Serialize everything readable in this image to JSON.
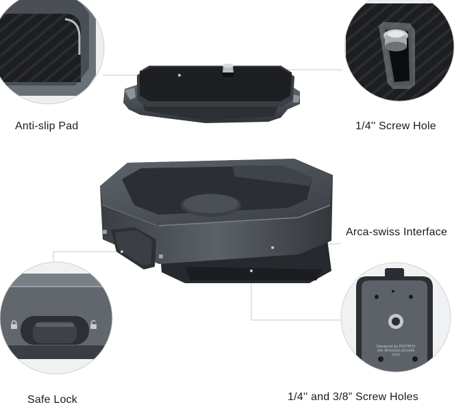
{
  "callouts": {
    "anti_slip_pad": "Anti-slip Pad",
    "screw_hole": "1/4'' Screw Hole",
    "arca_interface": "Arca-swiss Interface",
    "safe_lock": "Safe Lock",
    "screw_holes": "1/4'' and 3/8”  Screw Holes"
  },
  "base_plate": {
    "engraving": [
      "Designed by PGYTECH",
      "S/N: MP4002012601689",
      "QL03"
    ]
  },
  "colors": {
    "background": "#ffffff",
    "metal_dark": "#3d4147",
    "metal_mid": "#5a5f66",
    "metal_light": "#8a9098",
    "pad_black": "#1c1d1f",
    "callout_line": "#c8c8c8",
    "label_text": "#1a1a1a"
  }
}
